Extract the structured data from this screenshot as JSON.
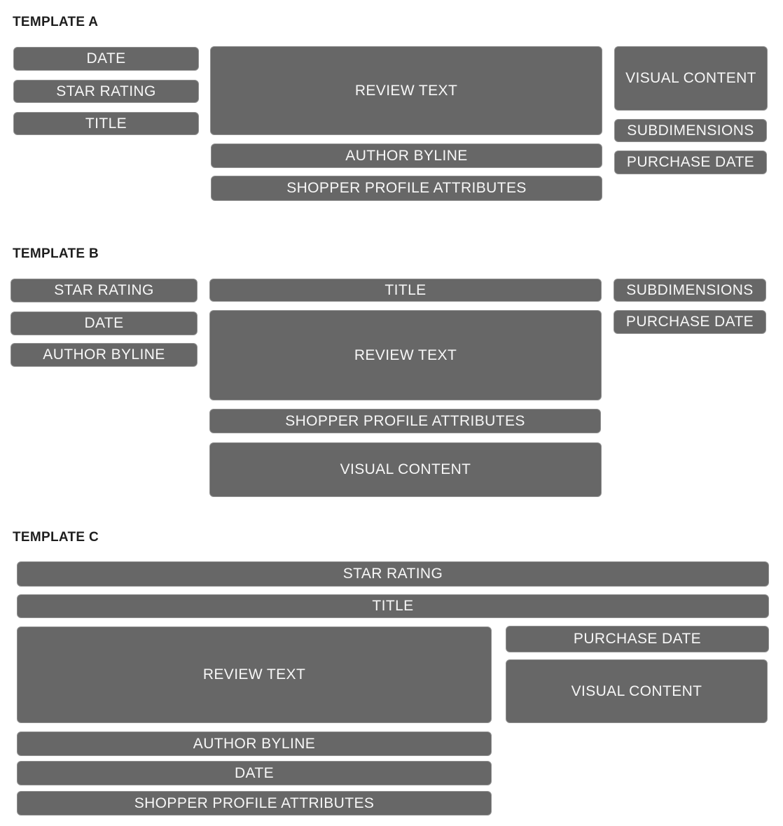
{
  "colors": {
    "box_fill": "#676767",
    "box_border": "#909090",
    "box_text": "#f7f7f7",
    "heading_text": "#1e1e1e",
    "page_bg": "#ffffff"
  },
  "templates": [
    {
      "title": "TEMPLATE A",
      "boxes": {
        "date": "DATE",
        "star_rating": "STAR RATING",
        "title": "TITLE",
        "review_text": "REVIEW TEXT",
        "author_byline": "AUTHOR BYLINE",
        "shopper_profile_attributes": "SHOPPER PROFILE ATTRIBUTES",
        "visual_content": "VISUAL CONTENT",
        "subdimensions": "SUBDIMENSIONS",
        "purchase_date": "PURCHASE DATE"
      }
    },
    {
      "title": "TEMPLATE B",
      "boxes": {
        "star_rating": "STAR RATING",
        "date": "DATE",
        "author_byline": "AUTHOR BYLINE",
        "title": "TITLE",
        "review_text": "REVIEW TEXT",
        "shopper_profile_attributes": "SHOPPER PROFILE ATTRIBUTES",
        "visual_content": "VISUAL CONTENT",
        "subdimensions": "SUBDIMENSIONS",
        "purchase_date": "PURCHASE DATE"
      }
    },
    {
      "title": "TEMPLATE C",
      "boxes": {
        "star_rating": "STAR RATING",
        "title": "TITLE",
        "review_text": "REVIEW TEXT",
        "purchase_date": "PURCHASE DATE",
        "visual_content": "VISUAL CONTENT",
        "author_byline": "AUTHOR BYLINE",
        "date": "DATE",
        "shopper_profile_attributes": "SHOPPER PROFILE ATTRIBUTES"
      }
    }
  ]
}
